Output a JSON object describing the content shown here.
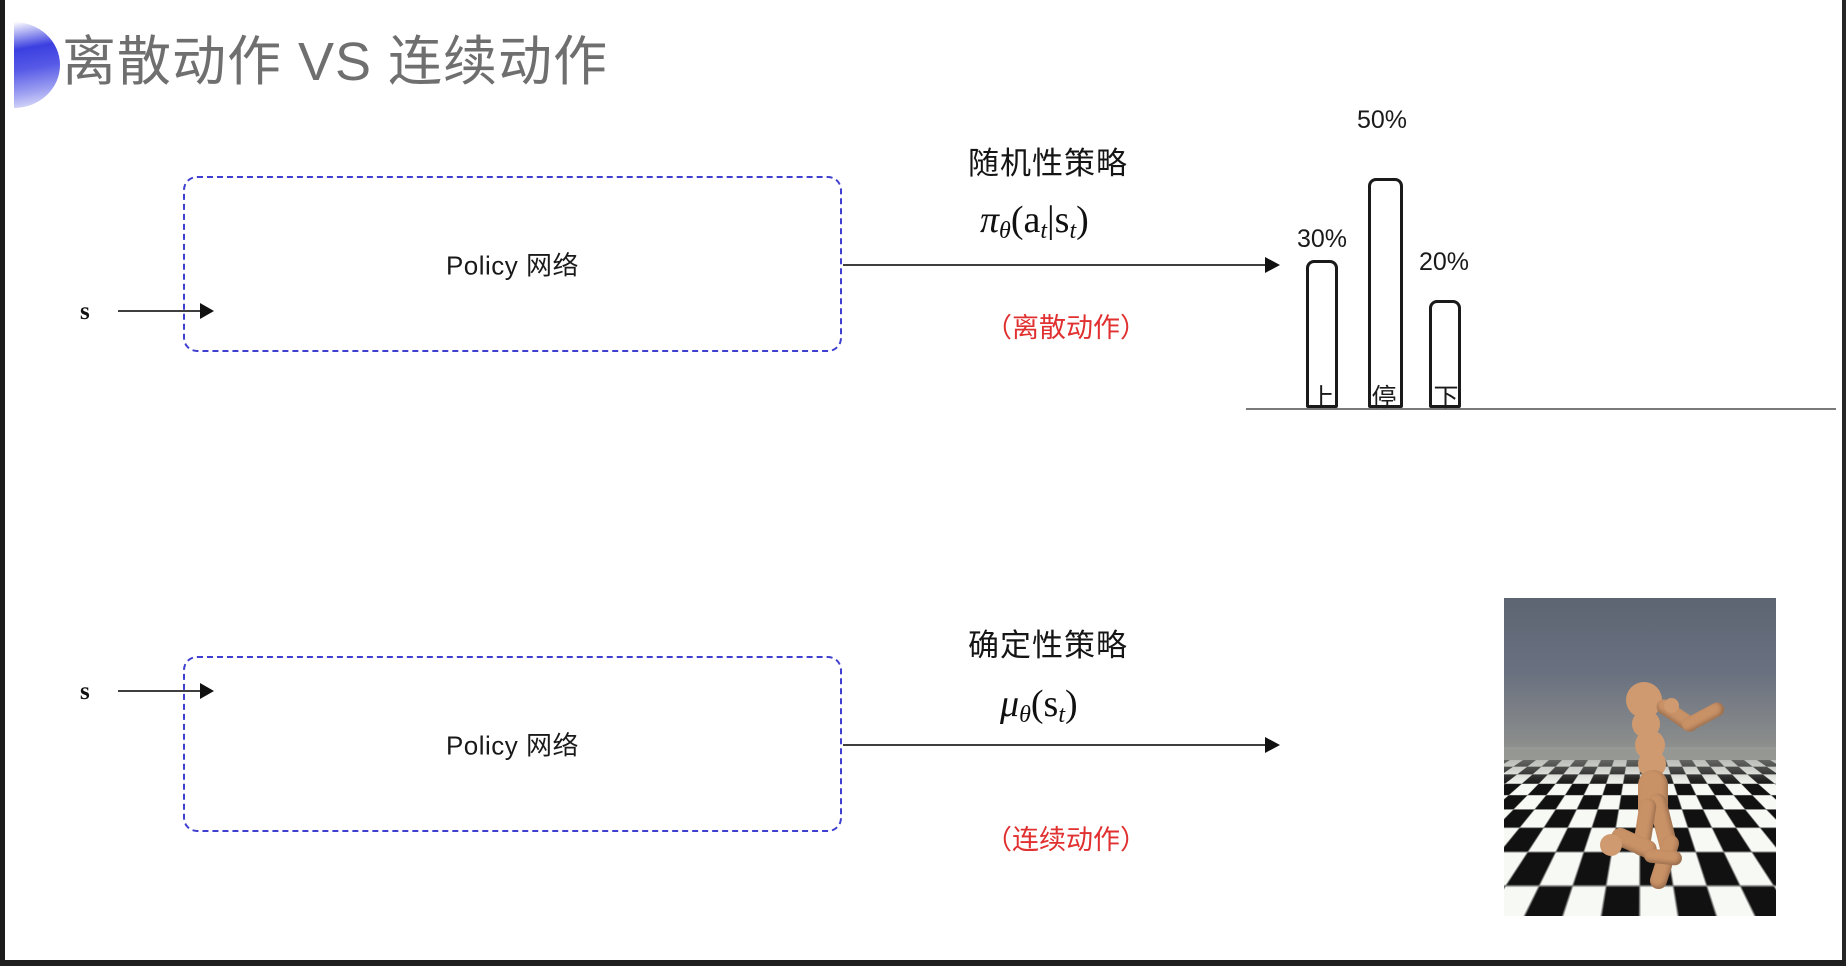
{
  "slide": {
    "title": "离散动作 VS 连续动作",
    "background_color": "#ffffff",
    "accent_color": "#4040d0",
    "annotation_color": "#e03030",
    "title_color": "#6f6f6f"
  },
  "rows": [
    {
      "id": "discrete",
      "input_label": "s",
      "box_label": "Policy 网络",
      "policy_kind": "随机性策略",
      "formula_main": "π",
      "formula_sub1": "θ",
      "formula_rest": "(a",
      "formula_sub2": "t",
      "formula_bar": "|s",
      "formula_sub3": "t",
      "formula_close": ")",
      "annotation": "（离散动作）",
      "output_kind": "bar-chart"
    },
    {
      "id": "continuous",
      "input_label": "s",
      "box_label": "Policy 网络",
      "policy_kind": "确定性策略",
      "formula_main": "μ",
      "formula_sub1": "θ",
      "formula_rest": "(s",
      "formula_sub2": "t",
      "formula_close": ")",
      "annotation": "（连续动作）",
      "output_kind": "humanoid-sim"
    }
  ],
  "chart_data": {
    "type": "bar",
    "title": "",
    "xlabel": "",
    "ylabel": "",
    "categories": [
      "上",
      "停",
      "下"
    ],
    "values": [
      30,
      50,
      20
    ],
    "value_labels": [
      "30%",
      "50%",
      "20%"
    ],
    "ylim": [
      0,
      60
    ],
    "grid": false,
    "legend": false,
    "bar_style": "outlined",
    "bar_fill": "#ffffff",
    "bar_stroke": "#1a1a1a"
  },
  "sim_image": {
    "caption": "",
    "description": "humanoid-robot-checkerboard-floor",
    "sky_color": "#6a7180",
    "body_color": "#c99166",
    "floor_colors": [
      "#f2f4ef",
      "#111111"
    ]
  }
}
